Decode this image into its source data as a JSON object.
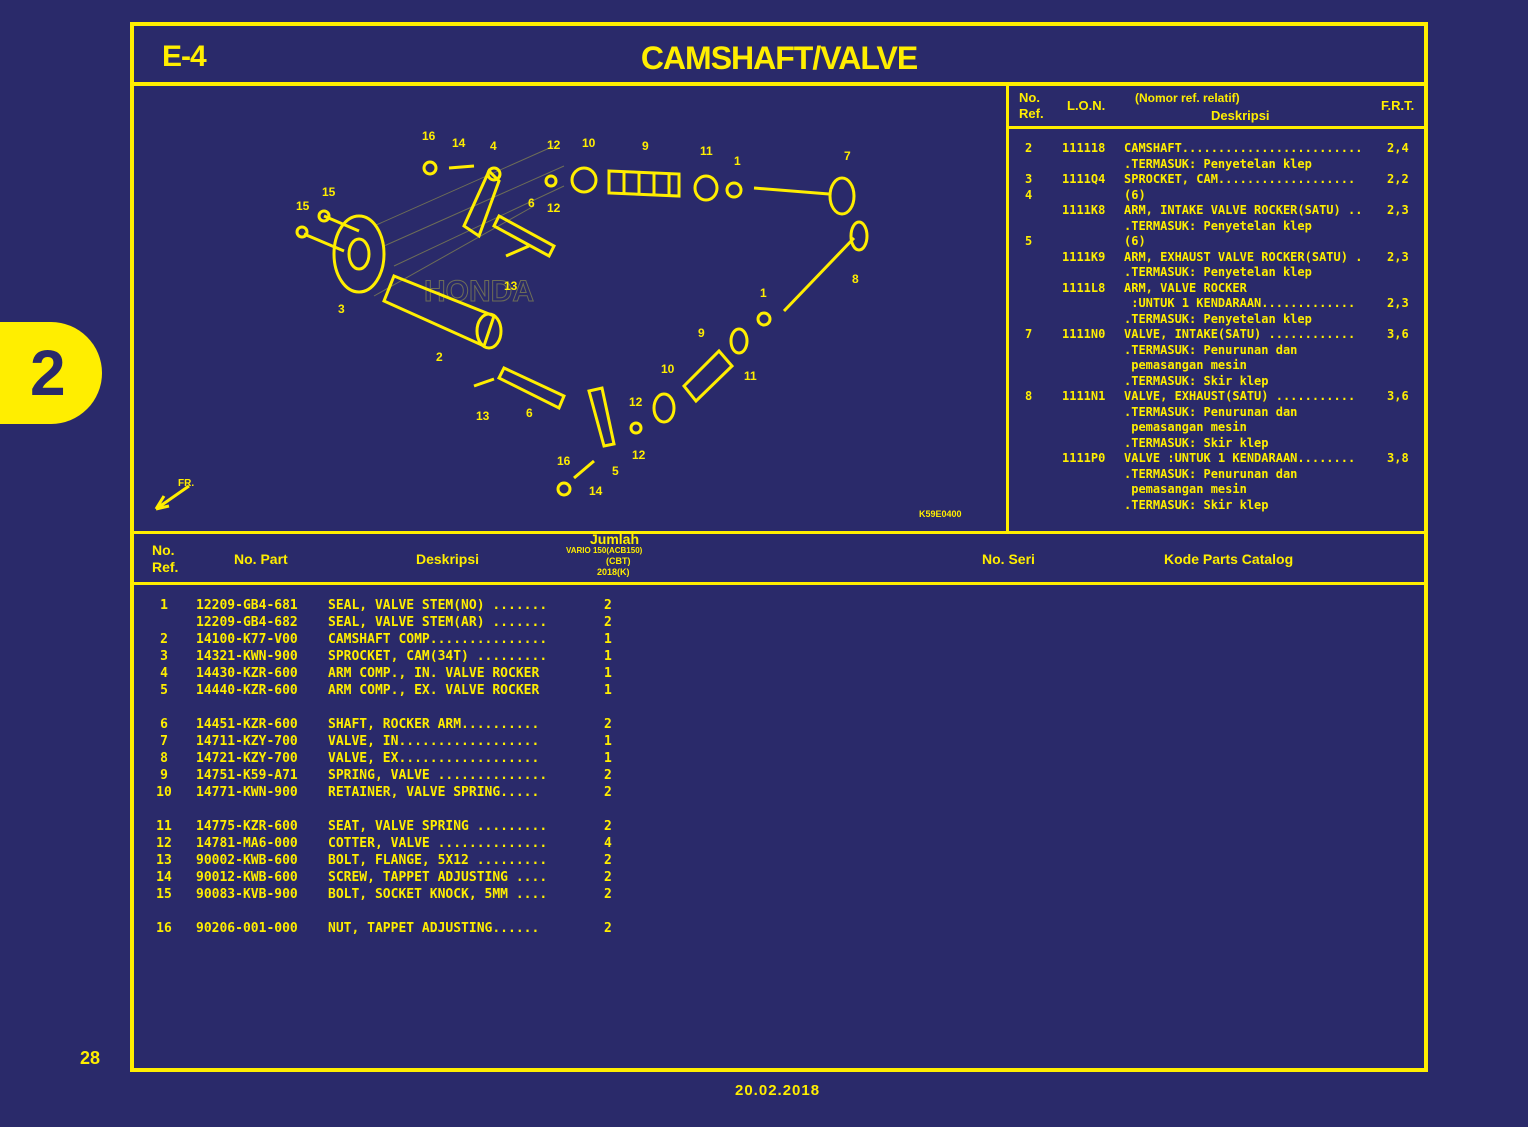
{
  "header": {
    "section_code": "E-4",
    "title": "CAMSHAFT/VALVE"
  },
  "side_tab": {
    "label": "2"
  },
  "footer": {
    "page_number": "28",
    "date": "20.02.2018"
  },
  "diagram": {
    "figure_code": "K59E0400",
    "callouts": [
      "16",
      "14",
      "4",
      "12",
      "10",
      "9",
      "11",
      "1",
      "7",
      "15",
      "15",
      "6",
      "12",
      "13",
      "3",
      "2",
      "8",
      "1",
      "9",
      "10",
      "11",
      "12",
      "13",
      "6",
      "12",
      "16",
      "5",
      "14"
    ],
    "watermark": "HONDA",
    "arrow_label": "FR."
  },
  "ref_table": {
    "headers": {
      "no_ref": "No. Ref.",
      "lon": "L.O.N.",
      "desc_top": "(Nomor ref. relatif)",
      "desc": "Deskripsi",
      "frt": "F.R.T."
    },
    "rows": [
      {
        "no": "2",
        "lon": "111118",
        "desc": "CAMSHAFT.........................",
        "frt": "2,4"
      },
      {
        "no": "",
        "lon": "",
        "desc": ".TERMASUK: Penyetelan klep",
        "frt": ""
      },
      {
        "no": "3",
        "lon": "1111Q4",
        "desc": "SPROCKET, CAM...................",
        "frt": "2,2"
      },
      {
        "no": "4",
        "lon": "",
        "desc": "(6)",
        "frt": ""
      },
      {
        "no": "",
        "lon": "1111K8",
        "desc": "ARM, INTAKE VALVE ROCKER(SATU) ..",
        "frt": "2,3"
      },
      {
        "no": "",
        "lon": "",
        "desc": ".TERMASUK: Penyetelan klep",
        "frt": ""
      },
      {
        "no": "5",
        "lon": "",
        "desc": "(6)",
        "frt": ""
      },
      {
        "no": "",
        "lon": "1111K9",
        "desc": "ARM, EXHAUST VALVE ROCKER(SATU) .",
        "frt": "2,3"
      },
      {
        "no": "",
        "lon": "",
        "desc": ".TERMASUK: Penyetelan klep",
        "frt": ""
      },
      {
        "no": "",
        "lon": "1111L8",
        "desc": "ARM, VALVE ROCKER",
        "frt": ""
      },
      {
        "no": "",
        "lon": "",
        "desc": " :UNTUK 1 KENDARAAN.............",
        "frt": "2,3"
      },
      {
        "no": "",
        "lon": "",
        "desc": ".TERMASUK: Penyetelan klep",
        "frt": ""
      },
      {
        "no": "7",
        "lon": "1111N0",
        "desc": "VALVE, INTAKE(SATU) ............",
        "frt": "3,6"
      },
      {
        "no": "",
        "lon": "",
        "desc": ".TERMASUK: Penurunan dan",
        "frt": ""
      },
      {
        "no": "",
        "lon": "",
        "desc": " pemasangan mesin",
        "frt": ""
      },
      {
        "no": "",
        "lon": "",
        "desc": ".TERMASUK: Skir klep",
        "frt": ""
      },
      {
        "no": "8",
        "lon": "1111N1",
        "desc": "VALVE, EXHAUST(SATU) ...........",
        "frt": "3,6"
      },
      {
        "no": "",
        "lon": "",
        "desc": ".TERMASUK: Penurunan dan",
        "frt": ""
      },
      {
        "no": "",
        "lon": "",
        "desc": " pemasangan mesin",
        "frt": ""
      },
      {
        "no": "",
        "lon": "",
        "desc": ".TERMASUK: Skir klep",
        "frt": ""
      },
      {
        "no": "",
        "lon": "1111P0",
        "desc": "VALVE :UNTUK 1 KENDARAAN........",
        "frt": "3,8"
      },
      {
        "no": "",
        "lon": "",
        "desc": ".TERMASUK: Penurunan dan",
        "frt": ""
      },
      {
        "no": "",
        "lon": "",
        "desc": " pemasangan mesin",
        "frt": ""
      },
      {
        "no": "",
        "lon": "",
        "desc": ".TERMASUK: Skir klep",
        "frt": ""
      }
    ]
  },
  "parts_table": {
    "headers": {
      "no_ref": "No. Ref.",
      "part_no": "No. Part",
      "desc": "Deskripsi",
      "qty_title": "Jumlah",
      "qty_model": "VARIO 150(ACB150)",
      "qty_type": "(CBT)",
      "qty_year": "2018(K)",
      "serial": "No. Seri",
      "catalog": "Kode Parts Catalog"
    },
    "rows": [
      {
        "no": "1",
        "part": "12209-GB4-681",
        "desc": "SEAL, VALVE STEM(NO) .......",
        "qty": "2",
        "gap": false
      },
      {
        "no": "",
        "part": "12209-GB4-682",
        "desc": "SEAL, VALVE STEM(AR) .......",
        "qty": "2",
        "gap": false
      },
      {
        "no": "2",
        "part": "14100-K77-V00",
        "desc": "CAMSHAFT COMP...............",
        "qty": "1",
        "gap": false
      },
      {
        "no": "3",
        "part": "14321-KWN-900",
        "desc": "SPROCKET, CAM(34T) .........",
        "qty": "1",
        "gap": false
      },
      {
        "no": "4",
        "part": "14430-KZR-600",
        "desc": "ARM COMP., IN. VALVE ROCKER",
        "qty": "1",
        "gap": false
      },
      {
        "no": "5",
        "part": "14440-KZR-600",
        "desc": "ARM COMP., EX. VALVE ROCKER",
        "qty": "1",
        "gap": false
      },
      {
        "no": "6",
        "part": "14451-KZR-600",
        "desc": "SHAFT, ROCKER ARM..........",
        "qty": "2",
        "gap": true
      },
      {
        "no": "7",
        "part": "14711-KZY-700",
        "desc": "VALVE, IN..................",
        "qty": "1",
        "gap": false
      },
      {
        "no": "8",
        "part": "14721-KZY-700",
        "desc": "VALVE, EX..................",
        "qty": "1",
        "gap": false
      },
      {
        "no": "9",
        "part": "14751-K59-A71",
        "desc": "SPRING, VALVE ..............",
        "qty": "2",
        "gap": false
      },
      {
        "no": "10",
        "part": "14771-KWN-900",
        "desc": "RETAINER, VALVE SPRING.....",
        "qty": "2",
        "gap": false
      },
      {
        "no": "11",
        "part": "14775-KZR-600",
        "desc": "SEAT, VALVE SPRING .........",
        "qty": "2",
        "gap": true
      },
      {
        "no": "12",
        "part": "14781-MA6-000",
        "desc": "COTTER, VALVE ..............",
        "qty": "4",
        "gap": false
      },
      {
        "no": "13",
        "part": "90002-KWB-600",
        "desc": "BOLT, FLANGE, 5X12 .........",
        "qty": "2",
        "gap": false
      },
      {
        "no": "14",
        "part": "90012-KWB-600",
        "desc": "SCREW, TAPPET ADJUSTING ....",
        "qty": "2",
        "gap": false
      },
      {
        "no": "15",
        "part": "90083-KVB-900",
        "desc": "BOLT, SOCKET KNOCK, 5MM ....",
        "qty": "2",
        "gap": false
      },
      {
        "no": "16",
        "part": "90206-001-000",
        "desc": "NUT, TAPPET ADJUSTING......",
        "qty": "2",
        "gap": true
      }
    ]
  },
  "colors": {
    "background": "#2a2a6a",
    "accent": "#ffee00"
  }
}
